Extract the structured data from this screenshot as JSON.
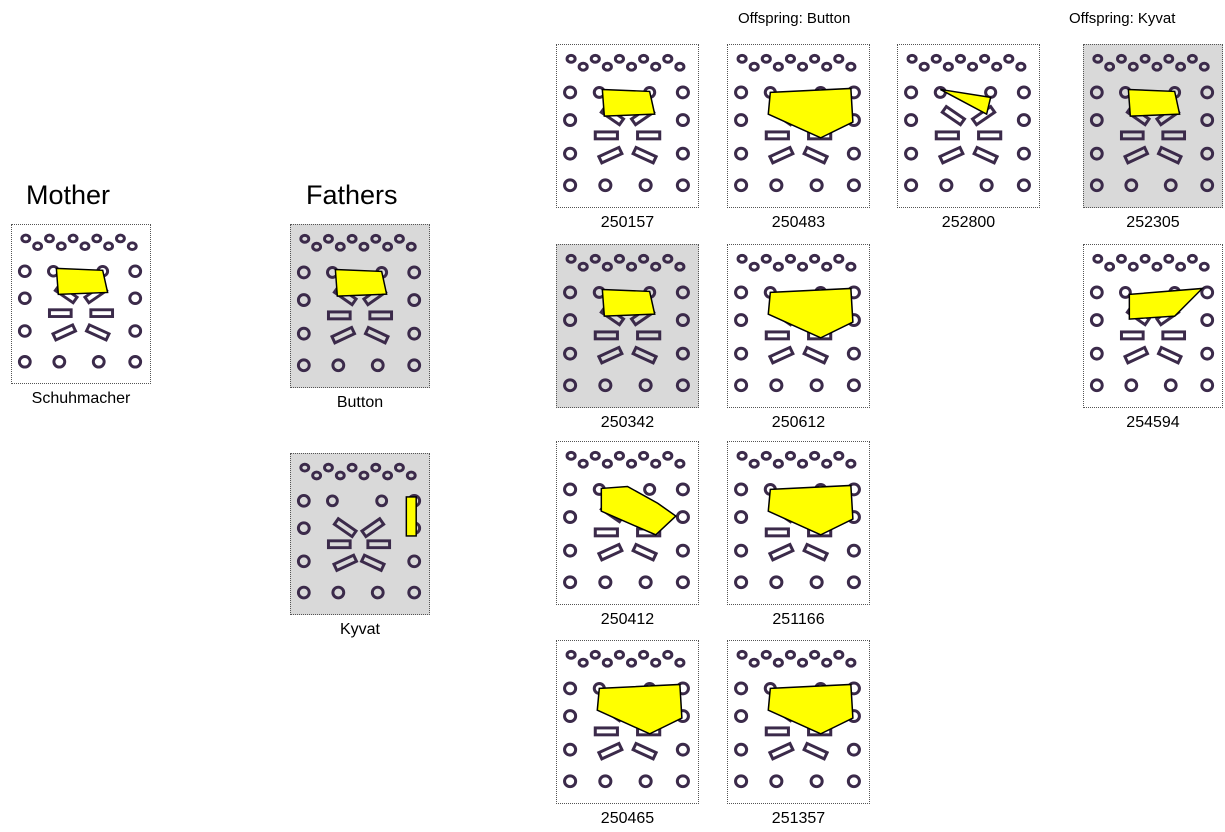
{
  "headings": {
    "mother": "Mother",
    "fathers": "Fathers"
  },
  "group_labels": {
    "offspring_button": "Offspring: Button",
    "offspring_kyvat": "Offspring: Kyvat"
  },
  "colors": {
    "fill_yellow": "#ffff00",
    "outline_dark": "#3b2a4a",
    "shaded_bg": "#d9d9d9"
  },
  "cards": [
    {
      "id": "schuhmacher",
      "label": "Schuhmacher",
      "role": "mother",
      "shaded": false,
      "shape": "quad"
    },
    {
      "id": "button",
      "label": "Button",
      "role": "father",
      "shaded": true,
      "shape": "quad"
    },
    {
      "id": "kyvat",
      "label": "Kyvat",
      "role": "father",
      "shaded": true,
      "shape": "bar"
    },
    {
      "id": "250157",
      "label": "250157",
      "role": "offspring-button",
      "shaded": false,
      "shape": "quad"
    },
    {
      "id": "250483",
      "label": "250483",
      "role": "offspring-button",
      "shaded": false,
      "shape": "pentagon"
    },
    {
      "id": "252800",
      "label": "252800",
      "role": "offspring-button",
      "shaded": false,
      "shape": "triangle"
    },
    {
      "id": "252305",
      "label": "252305",
      "role": "offspring-kyvat",
      "shaded": true,
      "shape": "quad"
    },
    {
      "id": "250342",
      "label": "250342",
      "role": "offspring-button",
      "shaded": true,
      "shape": "quad"
    },
    {
      "id": "250612",
      "label": "250612",
      "role": "offspring-button",
      "shaded": false,
      "shape": "pentagon"
    },
    {
      "id": "254594",
      "label": "254594",
      "role": "offspring-kyvat",
      "shaded": false,
      "shape": "wedge"
    },
    {
      "id": "250412",
      "label": "250412",
      "role": "offspring-button",
      "shaded": false,
      "shape": "hexagon"
    },
    {
      "id": "251166",
      "label": "251166",
      "role": "offspring-button",
      "shaded": false,
      "shape": "pentagon"
    },
    {
      "id": "250465",
      "label": "250465",
      "role": "offspring-button",
      "shaded": false,
      "shape": "pentagon"
    },
    {
      "id": "251357",
      "label": "251357",
      "role": "offspring-button",
      "shaded": false,
      "shape": "pentagon"
    }
  ]
}
